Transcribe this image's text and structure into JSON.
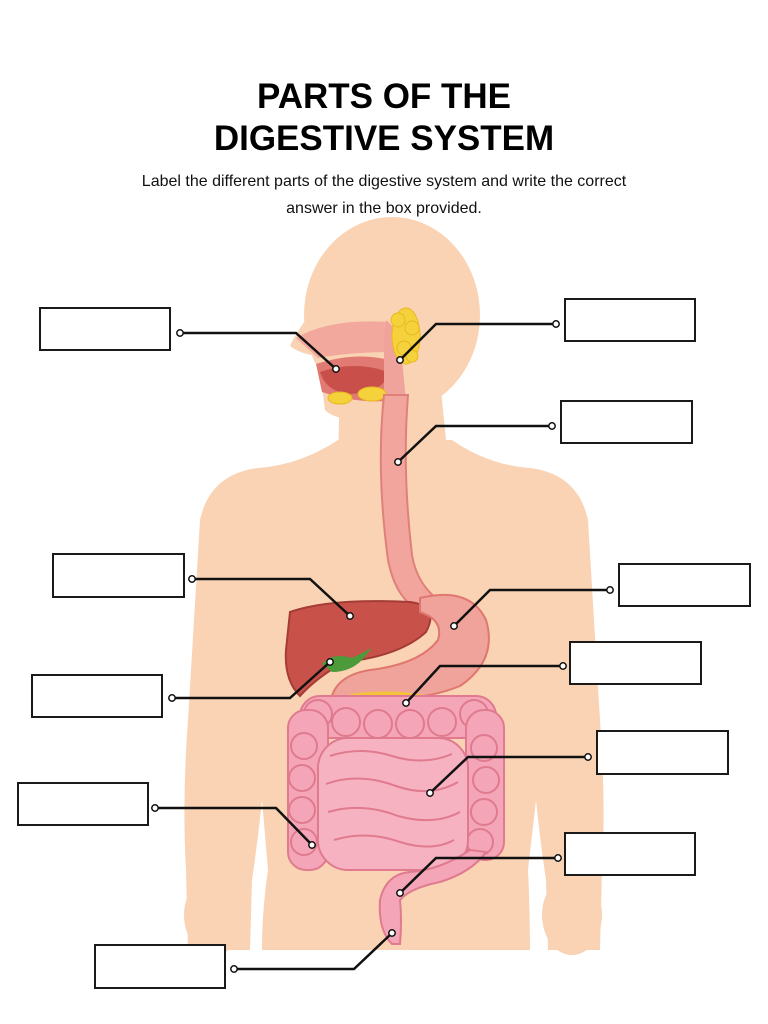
{
  "worksheet": {
    "title_line1": "PARTS OF THE",
    "title_line2": "DIGESTIVE SYSTEM",
    "instructions_line1": "Label the different parts of the digestive system and write the correct",
    "instructions_line2": "answer in the box provided."
  },
  "labels": [
    {
      "id": "mouth",
      "answer": ""
    },
    {
      "id": "salivary-glands",
      "answer": ""
    },
    {
      "id": "esophagus",
      "answer": ""
    },
    {
      "id": "liver",
      "answer": ""
    },
    {
      "id": "stomach",
      "answer": ""
    },
    {
      "id": "gallbladder",
      "answer": ""
    },
    {
      "id": "pancreas",
      "answer": ""
    },
    {
      "id": "small-intestine",
      "answer": ""
    },
    {
      "id": "large-intestine",
      "answer": ""
    },
    {
      "id": "appendix",
      "answer": ""
    },
    {
      "id": "rectum",
      "answer": ""
    }
  ],
  "colors": {
    "skin": "#f9d3b4",
    "organ_pink": "#f0a39a",
    "organ_dark": "#e0776f",
    "liver": "#c8524a",
    "intestine": "#f4a6b8",
    "gland_yellow": "#f5d23c",
    "gallbladder_green": "#4c9a3a",
    "leader_line": "#111111"
  }
}
